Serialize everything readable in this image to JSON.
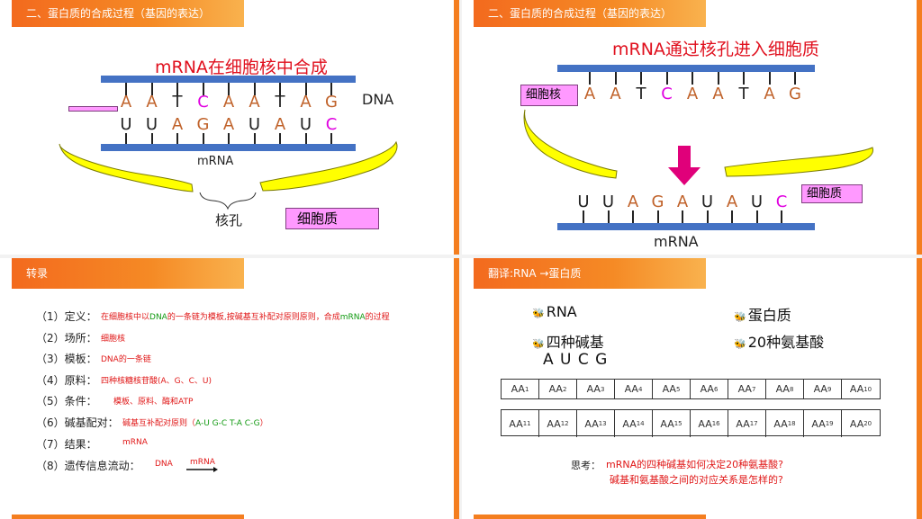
{
  "slide1": {
    "banner": "二、蛋白质的合成过程（基因的表达）",
    "title": "mRNA在细胞核中合成",
    "dna_label": "DNA",
    "mrna_label": "mRNA",
    "top_bases": [
      "A",
      "A",
      "T",
      "C",
      "A",
      "A",
      "T",
      "A",
      "G"
    ],
    "bottom_bases": [
      "U",
      "U",
      "A",
      "G",
      "A",
      "U",
      "A",
      "U",
      "C"
    ],
    "pore_label": "核孔",
    "cytoplasm_label": "细胞质"
  },
  "slide2": {
    "banner": "二、蛋白质的合成过程（基因的表达）",
    "title": "mRNA通过核孔进入细胞质",
    "nucleus_label": "细胞核",
    "cytoplasm_label": "细胞质",
    "mrna_label": "mRNA",
    "top_bases": [
      "A",
      "A",
      "T",
      "C",
      "A",
      "A",
      "T",
      "A",
      "G"
    ],
    "bottom_bases": [
      "U",
      "U",
      "A",
      "G",
      "A",
      "U",
      "A",
      "U",
      "C"
    ]
  },
  "slide3": {
    "banner": "转录",
    "items": [
      {
        "label": "（1）定义：",
        "parts": [
          {
            "t": "在细胞核中以",
            "c": "red"
          },
          {
            "t": "DNA",
            "c": "green"
          },
          {
            "t": "的一条链为模板,按碱基互补配对原则原则，合成",
            "c": "red"
          },
          {
            "t": "mRNA",
            "c": "green"
          },
          {
            "t": "的过程",
            "c": "red"
          }
        ]
      },
      {
        "label": "（2）场所：",
        "parts": [
          {
            "t": "细胞核",
            "c": "red"
          }
        ]
      },
      {
        "label": "（3）模板：",
        "parts": [
          {
            "t": "DNA的一条链",
            "c": "red"
          }
        ]
      },
      {
        "label": "（4）原料：",
        "parts": [
          {
            "t": "四种核糖核苷酸(A、G、C、U)",
            "c": "red"
          }
        ]
      },
      {
        "label": "（5）条件：",
        "parts": [
          {
            "t": "模板、原料、酶和ATP",
            "c": "red"
          }
        ]
      },
      {
        "label": "（6）碱基配对：",
        "parts": [
          {
            "t": "碱基互补配对原则（",
            "c": "red"
          },
          {
            "t": "A-U  G-C  T-A  C-G",
            "c": "green"
          },
          {
            "t": "）",
            "c": "red"
          }
        ]
      },
      {
        "label": "（7）结果：",
        "parts": [
          {
            "t": "mRNA",
            "c": "red"
          }
        ]
      },
      {
        "label": "（8）遗传信息流动：",
        "parts": [
          {
            "t": "DNA",
            "c": "red"
          }
        ]
      }
    ],
    "flow_target": "mRNA"
  },
  "slide4": {
    "banner": "翻译:RNA →蛋白质",
    "left_head": "RNA",
    "right_head": "蛋白质",
    "left_sub": "四种碱基",
    "right_sub": "20种氨基酸",
    "bases": "A U C G",
    "aa_row1": [
      "1",
      "2",
      "3",
      "4",
      "5",
      "6",
      "7",
      "8",
      "9",
      "10"
    ],
    "aa_row2": [
      "11",
      "12",
      "13",
      "14",
      "15",
      "16",
      "17",
      "18",
      "19",
      "20"
    ],
    "aa_prefix": "AA",
    "think_label": "思考：",
    "think_q1": "mRNA的四种碱基如何决定20种氨基酸?",
    "think_q2": "碱基和氨基酸之间的对应关系是怎样的?"
  },
  "colors": {
    "accent": "#f47e1f",
    "dna_bar": "#4472c4",
    "red": "#e0101e",
    "magenta": "#e000e0",
    "orange_base": "#c0622a",
    "green": "#129a12",
    "pink_box": "#ff99ff",
    "yellow_membrane": "#ffff00"
  }
}
